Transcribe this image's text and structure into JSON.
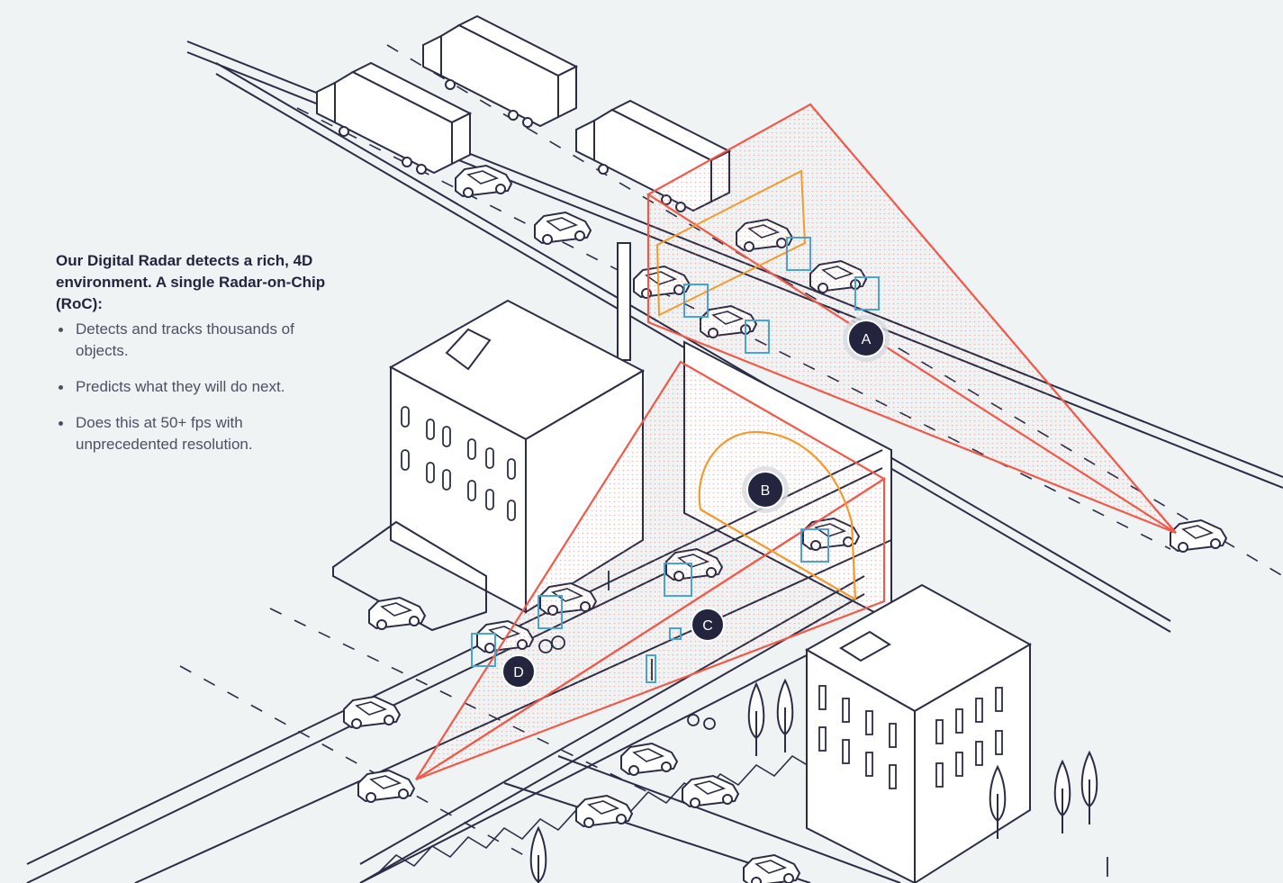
{
  "intro": {
    "headline": "Our Digital Radar detects a rich, 4D environment. A single Radar-on-Chip (RoC):",
    "bullets": [
      "Detects and tracks thousands of objects.",
      "Predicts what they will do next.",
      "Does this at 50+ fps with unprecedented resolution."
    ]
  },
  "markers": [
    "A",
    "B",
    "C",
    "D"
  ],
  "colors": {
    "background": "#f0f3f4",
    "line": "#2a2d45",
    "radar_beam": "#f05a4a",
    "zone_outline": "#f39a2e",
    "detection_box": "#4aa3d8",
    "marker_fill": "#23243e"
  },
  "icons": [
    "truck-icon",
    "car-icon",
    "building-icon",
    "tree-icon",
    "cyclist-icon",
    "pedestrian-icon"
  ]
}
